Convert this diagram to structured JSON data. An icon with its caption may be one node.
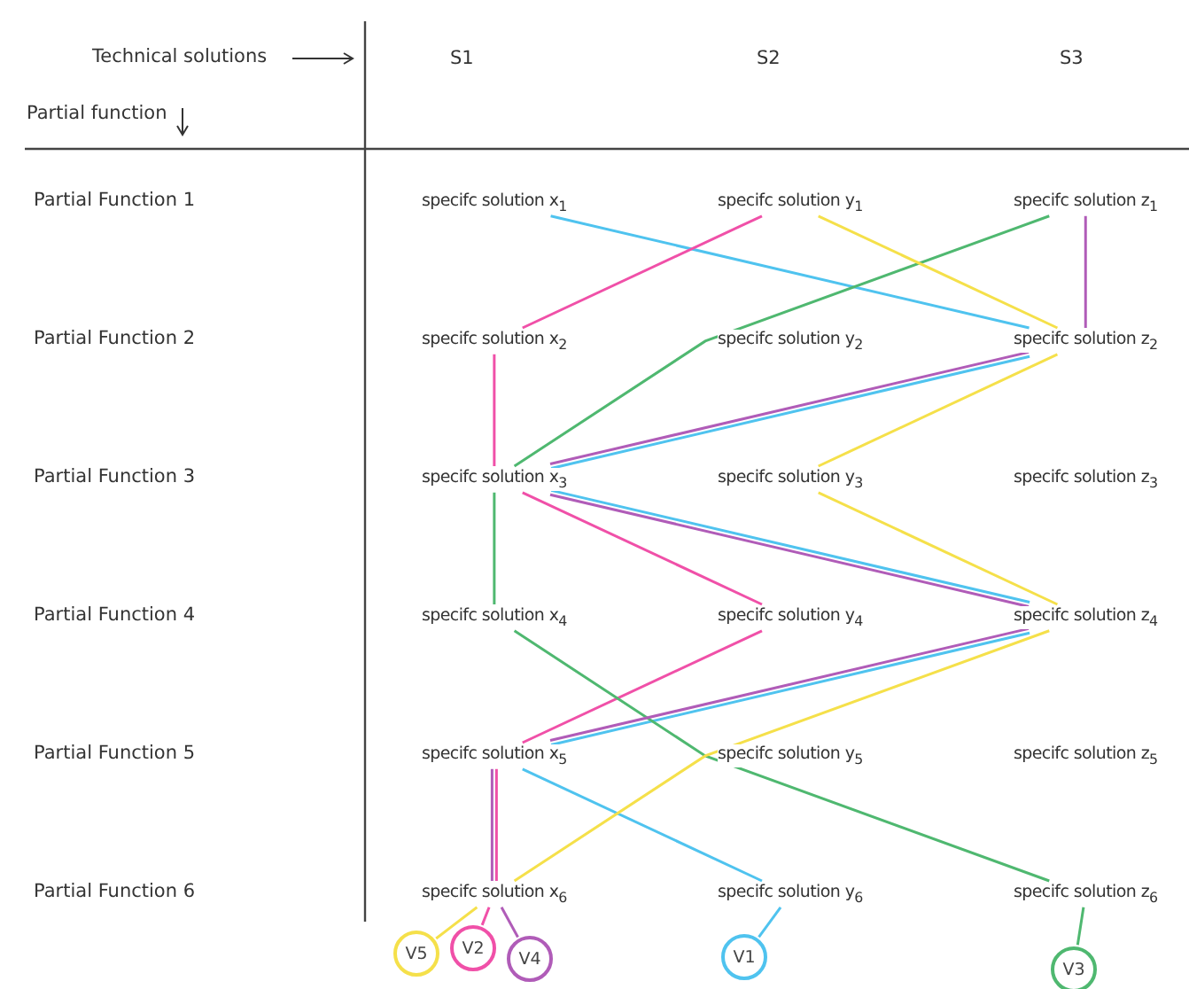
{
  "diagram": {
    "nodes": [
      {
        "text": [
          "specifc solution x$_{1}$"
        ]
      },
      {
        "text": [
          "specifc solution y$_{1}$"
        ]
      },
      {
        "text": [
          "specifc solution z$_{1}$"
        ]
      },
      {
        "text": [
          "specifc solution x$_{2}$"
        ]
      },
      {
        "text": [
          "specifc solution y$_{2}$"
        ]
      },
      {
        "text": [
          "specifc solution z$_{2}$"
        ]
      },
      {
        "text": [
          "specifc solution x$_{3}$"
        ]
      },
      {
        "text": [
          "specifc solution y$_{3}$"
        ]
      },
      {
        "text": [
          "specifc solution z$_{3}$"
        ]
      },
      {
        "text": [
          "specifc solution x$_{4}$"
        ]
      },
      {
        "text": [
          "specifc solution y$_{4}$"
        ]
      },
      {
        "text": [
          "specifc solution z$_{4}$"
        ]
      },
      {
        "text": [
          "specifc solution x$_{5}$"
        ]
      },
      {
        "text": [
          "specifc solution y$_{5}$"
        ]
      },
      {
        "text": [
          "specifc solution z$_{5}$"
        ]
      },
      {
        "text": [
          "specifc solution x$_{6}$"
        ]
      },
      {
        "text": [
          "specifc solution y$_{6}$"
        ]
      },
      {
        "text": [
          "specifc solution z$_{6}$"
        ]
      },
      {
        "text": [
          "V5"
        ]
      },
      {
        "text": [
          "V2"
        ]
      },
      {
        "text": [
          "V4"
        ]
      },
      {
        "text": [
          "V1"
        ]
      },
      {
        "text": [
          "V3"
        ]
      }
    ],
    "edges": [
      {
        "from": 0,
        "to": 5,
        "arrow": "none",
        "color": "#4fc3ef"
      },
      {
        "from": 5,
        "to": 6,
        "arrow": "none",
        "color": "#4fc3ef"
      },
      {
        "from": 6,
        "to": 11,
        "arrow": "none",
        "color": "#4fc3ef"
      },
      {
        "from": 11,
        "to": 12,
        "arrow": "none",
        "color": "#4fc3ef"
      },
      {
        "from": 12,
        "to": 16,
        "arrow": "none",
        "color": "#4fc3ef"
      },
      {
        "from": 16,
        "to": 21,
        "arrow": "none",
        "color": "#4fc3ef"
      },
      {
        "from": 1,
        "to": 3,
        "arrow": "none",
        "color": "#f050a8"
      },
      {
        "from": 3,
        "to": 6,
        "arrow": "none",
        "color": "#f050a8"
      },
      {
        "from": 6,
        "to": 10,
        "arrow": "none",
        "color": "#f050a8"
      },
      {
        "from": 10,
        "to": 12,
        "arrow": "none",
        "color": "#f050a8"
      },
      {
        "from": 12,
        "to": 15,
        "arrow": "none",
        "color": "#f050a8"
      },
      {
        "from": 15,
        "to": 19,
        "arrow": "none",
        "color": "#f050a8"
      },
      {
        "from": 2,
        "to": 6,
        "arrow": "none",
        "color": "#4fb870"
      },
      {
        "from": 6,
        "to": 9,
        "arrow": "none",
        "color": "#4fb870"
      },
      {
        "from": 9,
        "to": 17,
        "arrow": "none",
        "color": "#4fb870"
      },
      {
        "from": 17,
        "to": 22,
        "arrow": "none",
        "color": "#4fb870"
      },
      {
        "from": 2,
        "to": 5,
        "arrow": "none",
        "color": "#b05cb8"
      },
      {
        "from": 5,
        "to": 6,
        "arrow": "none",
        "color": "#b05cb8"
      },
      {
        "from": 6,
        "to": 11,
        "arrow": "none",
        "color": "#b05cb8"
      },
      {
        "from": 11,
        "to": 12,
        "arrow": "none",
        "color": "#b05cb8"
      },
      {
        "from": 12,
        "to": 15,
        "arrow": "none",
        "color": "#b05cb8"
      },
      {
        "from": 15,
        "to": 20,
        "arrow": "none",
        "color": "#b05cb8"
      },
      {
        "from": 1,
        "to": 5,
        "arrow": "none",
        "color": "#f5e04a"
      },
      {
        "from": 5,
        "to": 7,
        "arrow": "none",
        "color": "#f5e04a"
      },
      {
        "from": 7,
        "to": 11,
        "arrow": "none",
        "color": "#f5e04a"
      },
      {
        "from": 11,
        "to": 15,
        "arrow": "none",
        "color": "#f5e04a"
      },
      {
        "from": 15,
        "to": 18,
        "arrow": "none",
        "color": "#f5e04a"
      }
    ],
    "labels": [
      "Technical solutions",
      "S1",
      "S2",
      "S3",
      "Partial function",
      "Partial Function 1",
      "Partial Function 2",
      "Partial Function 3",
      "Partial Function 4",
      "Partial Function 5",
      "Partial Function 6"
    ]
  }
}
